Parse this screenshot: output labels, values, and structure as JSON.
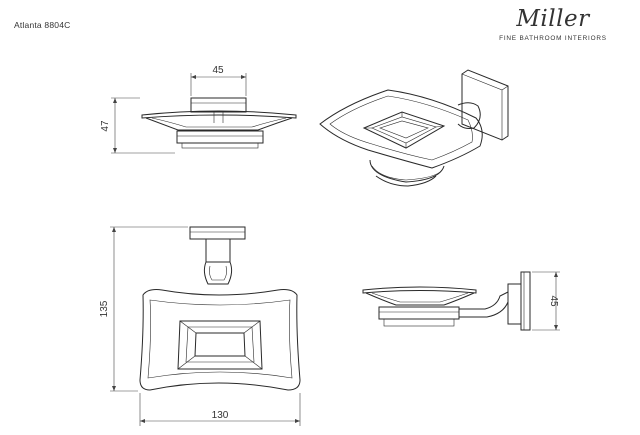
{
  "header": {
    "product_code": "Atlanta 8804C",
    "brand_name": "Miller",
    "brand_tagline": "FINE BATHROOM INTERIORS"
  },
  "dimensions": {
    "top_width": "45",
    "top_height": "47",
    "front_height": "135",
    "front_width": "130",
    "side_height": "45"
  }
}
